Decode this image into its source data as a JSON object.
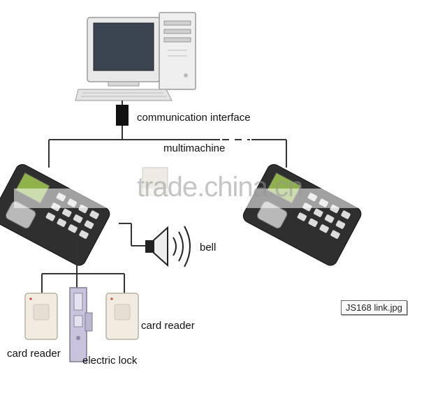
{
  "labels": {
    "communication_interface": "communication interface",
    "multimachine": "multimachine",
    "bell": "bell",
    "card_reader_left": "card reader",
    "card_reader_right": "card reader",
    "electric_lock": "electric lock"
  },
  "watermark": "trade.china.cn",
  "file_tag": "JS168 link.jpg"
}
